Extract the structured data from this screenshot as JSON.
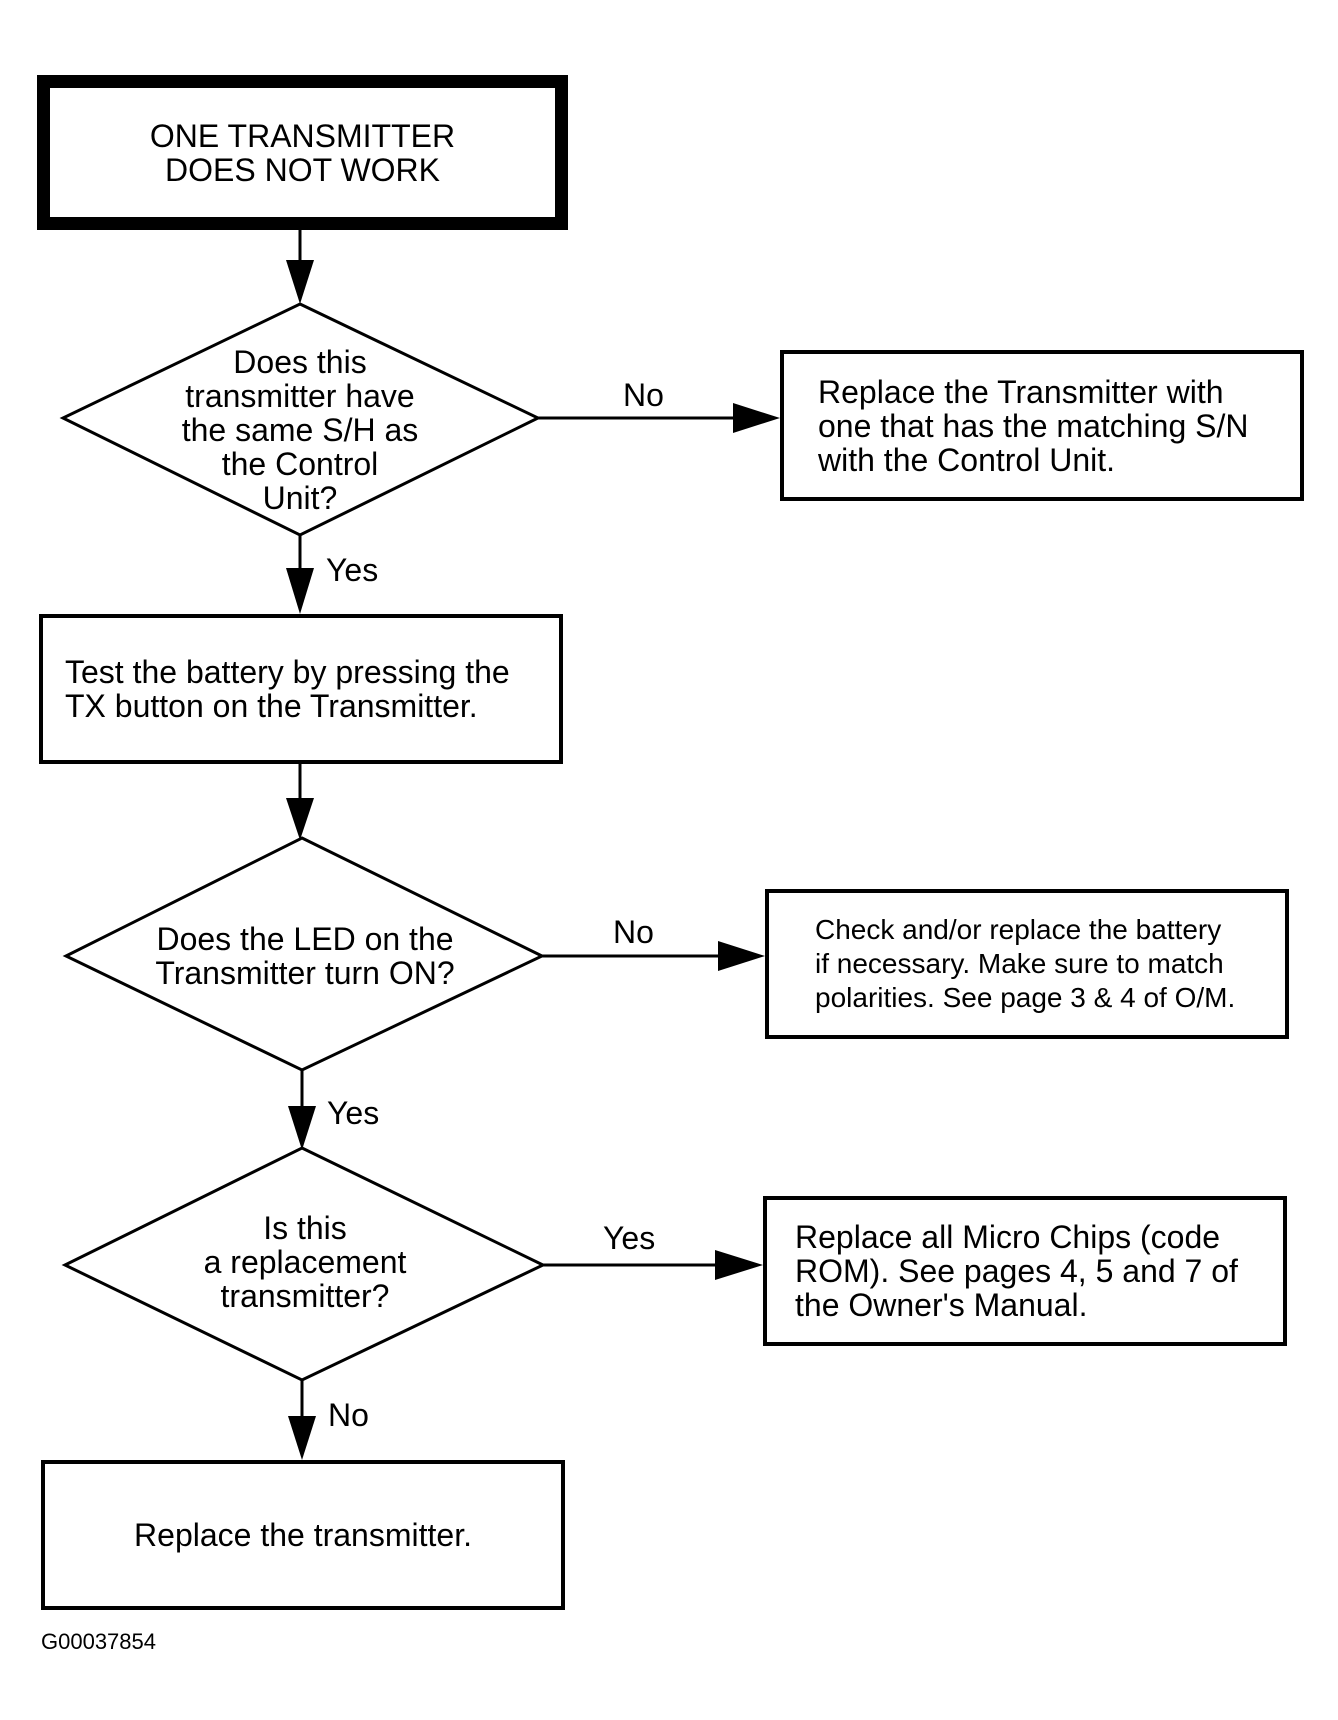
{
  "start": {
    "lines": [
      "ONE TRANSMITTER",
      "DOES NOT WORK"
    ]
  },
  "decision_sn": {
    "lines": [
      "Does this",
      "transmitter have",
      "the same S/H as",
      "the Control",
      "Unit?"
    ]
  },
  "action_replace_matching": {
    "lines": [
      "Replace the Transmitter with",
      "one that has the matching S/N",
      "with the Control Unit."
    ]
  },
  "action_test_battery": {
    "lines": [
      "Test the battery by pressing the",
      "TX button on the Transmitter."
    ]
  },
  "decision_led": {
    "lines": [
      "Does the LED on the",
      "Transmitter turn ON?"
    ]
  },
  "action_check_battery": {
    "lines": [
      "Check and/or replace the battery",
      "if necessary. Make sure to match",
      "polarities. See page 3 & 4 of O/M."
    ]
  },
  "decision_replacement": {
    "lines": [
      "Is this",
      "a replacement",
      "transmitter?"
    ]
  },
  "action_replace_chips": {
    "lines": [
      "Replace all Micro Chips (code",
      "ROM). See pages 4, 5 and 7 of",
      "the Owner's Manual."
    ]
  },
  "action_replace_transmitter": {
    "lines": [
      "Replace the transmitter."
    ]
  },
  "labels": {
    "sn_no": "No",
    "sn_yes": "Yes",
    "led_no": "No",
    "led_yes": "Yes",
    "replacement_yes": "Yes",
    "replacement_no": "No"
  },
  "figure_code": "G00037854"
}
